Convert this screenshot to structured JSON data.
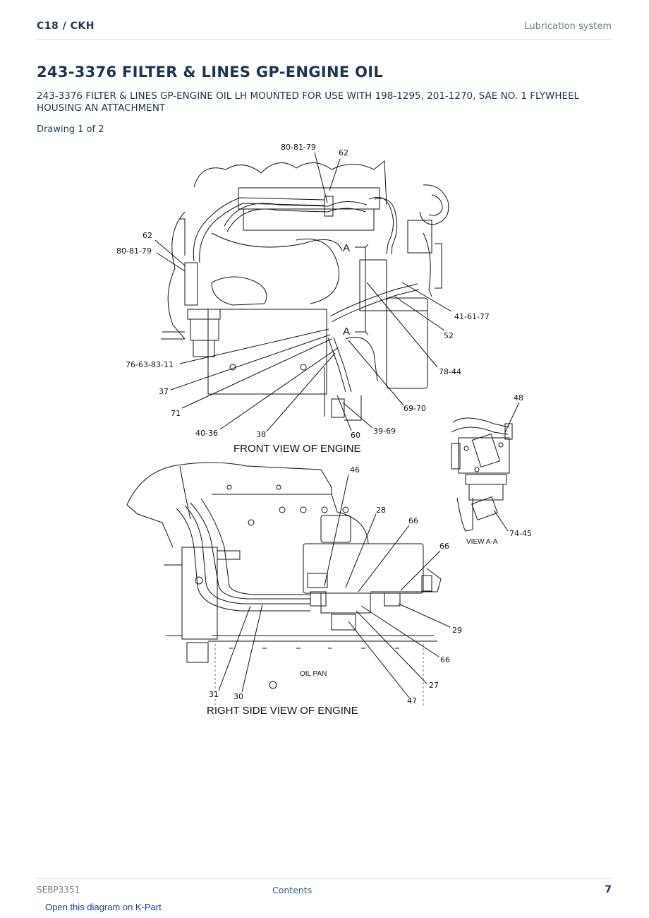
{
  "header": {
    "model": "C18  /  CKH",
    "section": "Lubrication system"
  },
  "title": "243-3376 FILTER & LINES GP-ENGINE OIL",
  "subtitle": "243-3376 FILTER & LINES GP-ENGINE OIL LH MOUNTED FOR USE WITH 198-1295, 201-1270, SAE NO. 1 FLYWHEEL HOUSING AN ATTACHMENT",
  "drawing_label": "Drawing 1 of 2",
  "diagram": {
    "views": {
      "front": "FRONT VIEW OF ENGINE",
      "right": "RIGHT SIDE VIEW OF ENGINE",
      "view_aa": "VIEW  A-A",
      "oil_pan": "OIL PAN",
      "section_mark": "A"
    },
    "callouts": {
      "c80_81_79_top": "80-81-79",
      "c62_top": "62",
      "c62_left": "62",
      "c80_81_79_left": "80-81-79",
      "c41_61_77": "41-61-77",
      "c52": "52",
      "c78_44": "78-44",
      "c76_63_83_11": "76-63-83-11",
      "c37": "37",
      "c71": "71",
      "c40_36": "40-36",
      "c38": "38",
      "c60": "60",
      "c39_69": "39-69",
      "c69_70": "69-70",
      "c48": "48",
      "c74_45": "74-45",
      "c46": "46",
      "c28": "28",
      "c66_a": "66",
      "c66_b": "66",
      "c29": "29",
      "c66_c": "66",
      "c27": "27",
      "c47": "47",
      "c31": "31",
      "c30": "30"
    }
  },
  "footer": {
    "doc_id": "SEBP3351",
    "contents_link": "Contents",
    "page_number": "7",
    "kpart_link": "Open this diagram on K-Part"
  }
}
